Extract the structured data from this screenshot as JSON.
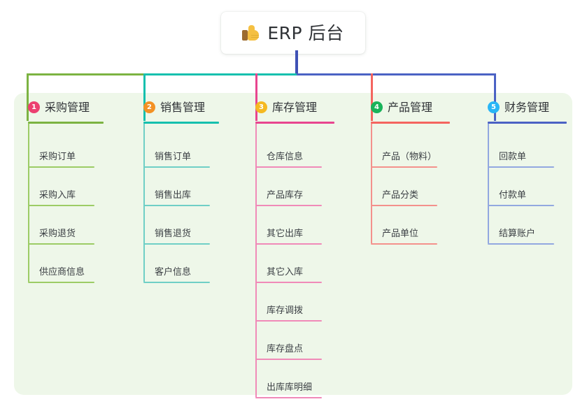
{
  "root": {
    "icon": "thumbs-up-icon",
    "label": "ERP 后台"
  },
  "palette": {
    "panel_bg": "#eef7e9",
    "page_bg": "#ffffff",
    "stem_blue": "#3f51b5",
    "text": "#2f3236"
  },
  "columns": [
    {
      "number": "1",
      "title": "采购管理",
      "badge_color": "#ec4070",
      "line_color": "#7cb342",
      "leaf_color": "#9ccc65",
      "items": [
        "采购订单",
        "采购入库",
        "采购退货",
        "供应商信息"
      ]
    },
    {
      "number": "2",
      "title": "销售管理",
      "badge_color": "#f39124",
      "line_color": "#16c0ae",
      "leaf_color": "#6fcfc6",
      "items": [
        "销售订单",
        "销售出库",
        "销售退货",
        "客户信息"
      ]
    },
    {
      "number": "3",
      "title": "库存管理",
      "badge_color": "#f5b921",
      "line_color": "#e8458f",
      "leaf_color": "#f08ab8",
      "items": [
        "仓库信息",
        "产品库存",
        "其它出库",
        "其它入库",
        "库存调拨",
        "库存盘点",
        "出库库明细"
      ]
    },
    {
      "number": "4",
      "title": "产品管理",
      "badge_color": "#19b35a",
      "line_color": "#f4655f",
      "leaf_color": "#f4918c",
      "items": [
        "产品（物料）",
        "产品分类",
        "产品单位"
      ]
    },
    {
      "number": "5",
      "title": "财务管理",
      "badge_color": "#29b6f6",
      "line_color": "#4b62c4",
      "leaf_color": "#92a8e0",
      "items": [
        "回款单",
        "付款单",
        "结算账户"
      ]
    }
  ],
  "connectors": {
    "bar_segments": [
      {
        "name": "segment-green",
        "color": "#7cb342"
      },
      {
        "name": "segment-teal",
        "color": "#16c0ae"
      },
      {
        "name": "segment-blue",
        "color": "#4b62c4"
      }
    ],
    "drops": [
      {
        "name": "drop-1",
        "color": "#7cb342"
      },
      {
        "name": "drop-2",
        "color": "#16c0ae"
      },
      {
        "name": "drop-3",
        "color": "#e8458f"
      },
      {
        "name": "drop-4",
        "color": "#f4655f"
      },
      {
        "name": "drop-5",
        "color": "#4b62c4"
      }
    ]
  }
}
